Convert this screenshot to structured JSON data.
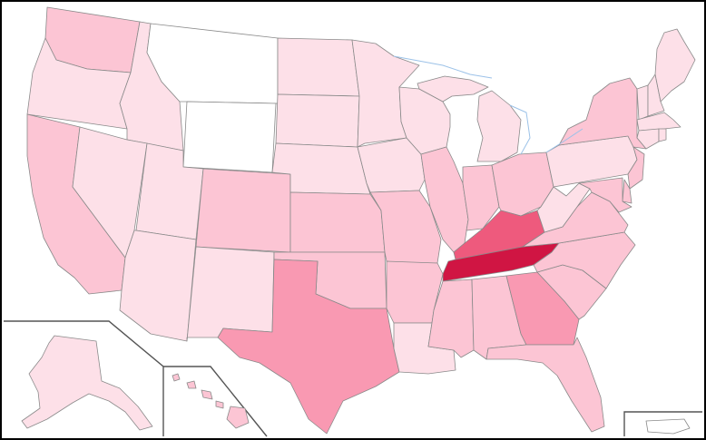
{
  "map": {
    "shades": {
      "none": "#ffffff",
      "level1": "#fde0e8",
      "level2": "#fcc5d4",
      "level3": "#f999b2",
      "level4": "#ee5a7d",
      "level5": "#d01543"
    },
    "states": [
      {
        "code": "WA",
        "level": "level2"
      },
      {
        "code": "OR",
        "level": "level1"
      },
      {
        "code": "CA",
        "level": "level2"
      },
      {
        "code": "ID",
        "level": "level1"
      },
      {
        "code": "NV",
        "level": "level1"
      },
      {
        "code": "MT",
        "level": "none"
      },
      {
        "code": "WY",
        "level": "none"
      },
      {
        "code": "UT",
        "level": "level1"
      },
      {
        "code": "AZ",
        "level": "level1"
      },
      {
        "code": "CO",
        "level": "level2"
      },
      {
        "code": "NM",
        "level": "level1"
      },
      {
        "code": "ND",
        "level": "level1"
      },
      {
        "code": "SD",
        "level": "level1"
      },
      {
        "code": "NE",
        "level": "level1"
      },
      {
        "code": "KS",
        "level": "level2"
      },
      {
        "code": "OK",
        "level": "level2"
      },
      {
        "code": "TX",
        "level": "level3"
      },
      {
        "code": "MN",
        "level": "level1"
      },
      {
        "code": "IA",
        "level": "level1"
      },
      {
        "code": "MO",
        "level": "level2"
      },
      {
        "code": "AR",
        "level": "level2"
      },
      {
        "code": "LA",
        "level": "level1"
      },
      {
        "code": "WI",
        "level": "level1"
      },
      {
        "code": "IL",
        "level": "level2"
      },
      {
        "code": "MI",
        "level": "level1"
      },
      {
        "code": "IN",
        "level": "level2"
      },
      {
        "code": "OH",
        "level": "level2"
      },
      {
        "code": "KY",
        "level": "level4"
      },
      {
        "code": "TN",
        "level": "level5"
      },
      {
        "code": "MS",
        "level": "level2"
      },
      {
        "code": "AL",
        "level": "level2"
      },
      {
        "code": "GA",
        "level": "level3"
      },
      {
        "code": "FL",
        "level": "level2"
      },
      {
        "code": "SC",
        "level": "level2"
      },
      {
        "code": "NC",
        "level": "level2"
      },
      {
        "code": "VA",
        "level": "level2"
      },
      {
        "code": "WV",
        "level": "level1"
      },
      {
        "code": "PA",
        "level": "level1"
      },
      {
        "code": "NY",
        "level": "level2"
      },
      {
        "code": "VT",
        "level": "level1"
      },
      {
        "code": "NH",
        "level": "level1"
      },
      {
        "code": "ME",
        "level": "level1"
      },
      {
        "code": "MA",
        "level": "level1"
      },
      {
        "code": "CT",
        "level": "level1"
      },
      {
        "code": "RI",
        "level": "level1"
      },
      {
        "code": "NJ",
        "level": "level2"
      },
      {
        "code": "DE",
        "level": "level2"
      },
      {
        "code": "MD",
        "level": "level2"
      },
      {
        "code": "AK",
        "level": "level1"
      },
      {
        "code": "HI",
        "level": "level2"
      },
      {
        "code": "PR",
        "level": "none"
      }
    ]
  }
}
